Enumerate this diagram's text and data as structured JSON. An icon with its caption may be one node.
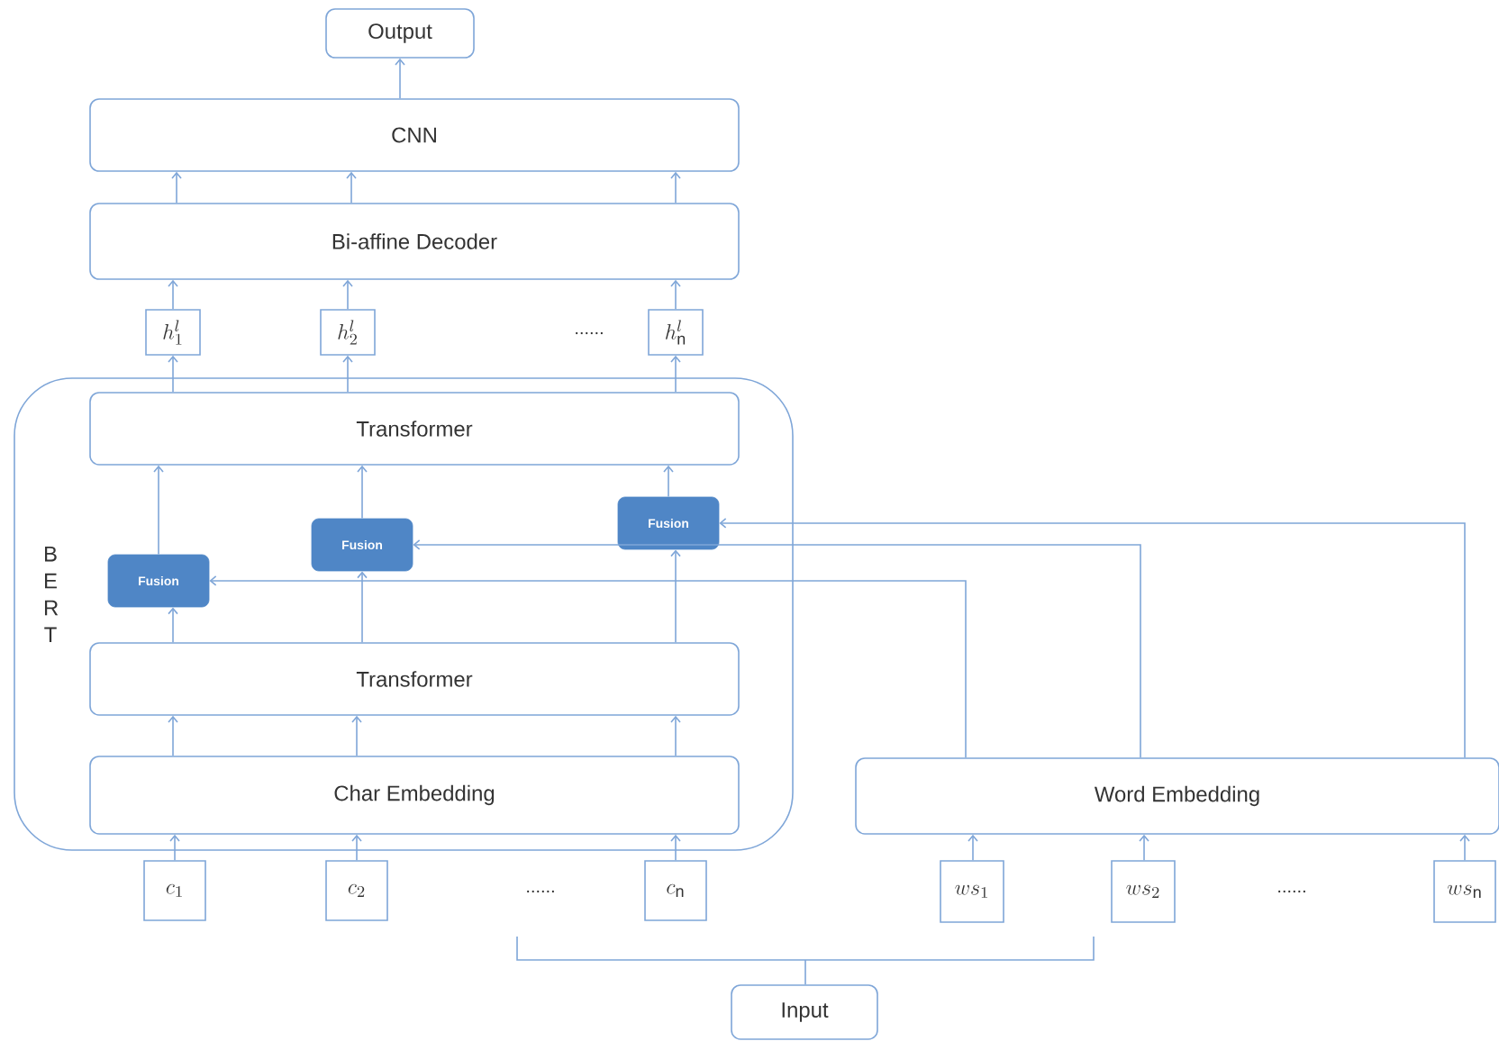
{
  "diagram": {
    "nodes": [
      {
        "text": [
          "Output"
        ]
      },
      {
        "text": [
          "CNN"
        ]
      },
      {
        "text": [
          "Bi-affine Decoder"
        ]
      },
      {
        "text": [
          "h_1^l"
        ]
      },
      {
        "text": [
          "h_2^l"
        ]
      },
      {
        "text": [
          "h_\\mathrm{n}^l"
        ]
      },
      {
        "text": [
          "B E R T"
        ]
      },
      {
        "text": [
          "Transformer"
        ],
        "in": 6
      },
      {
        "text": [
          "Fusion"
        ],
        "in": 6
      },
      {
        "text": [
          "Fusion"
        ],
        "in": 6
      },
      {
        "text": [
          "Fusion"
        ],
        "in": 6
      },
      {
        "text": [
          "Transformer"
        ],
        "in": 6
      },
      {
        "text": [
          "Char Embedding"
        ],
        "in": 6
      },
      {
        "text": [
          "c_1"
        ]
      },
      {
        "text": [
          "c_2"
        ]
      },
      {
        "text": [
          "c_\\mathrm{n}"
        ]
      },
      {
        "text": [
          "Word Embedding"
        ]
      },
      {
        "text": [
          "ws_1"
        ]
      },
      {
        "text": [
          "ws_2"
        ]
      },
      {
        "text": [
          "ws_\\mathrm{n}"
        ]
      },
      {
        "text": [
          "Input"
        ]
      }
    ],
    "edges": [
      {
        "from": 1,
        "to": 0,
        "arrow": "to"
      },
      {
        "from": 2,
        "to": 1,
        "arrow": "to"
      },
      {
        "from": 2,
        "to": 1,
        "arrow": "to"
      },
      {
        "from": 2,
        "to": 1,
        "arrow": "to"
      },
      {
        "from": 3,
        "to": 2,
        "arrow": "to"
      },
      {
        "from": 4,
        "to": 2,
        "arrow": "to"
      },
      {
        "from": 5,
        "to": 2,
        "arrow": "to"
      },
      {
        "from": 7,
        "to": 3,
        "arrow": "to"
      },
      {
        "from": 7,
        "to": 4,
        "arrow": "to"
      },
      {
        "from": 7,
        "to": 5,
        "arrow": "to"
      },
      {
        "from": 8,
        "to": 7,
        "arrow": "to"
      },
      {
        "from": 9,
        "to": 7,
        "arrow": "to"
      },
      {
        "from": 10,
        "to": 7,
        "arrow": "to"
      },
      {
        "from": 11,
        "to": 8,
        "arrow": "to"
      },
      {
        "from": 11,
        "to": 9,
        "arrow": "to"
      },
      {
        "from": 11,
        "to": 10,
        "arrow": "to"
      },
      {
        "from": 12,
        "to": 11,
        "arrow": "to"
      },
      {
        "from": 12,
        "to": 11,
        "arrow": "to"
      },
      {
        "from": 12,
        "to": 11,
        "arrow": "to"
      },
      {
        "from": 13,
        "to": 12,
        "arrow": "to"
      },
      {
        "from": 14,
        "to": 12,
        "arrow": "to"
      },
      {
        "from": 15,
        "to": 12,
        "arrow": "to"
      },
      {
        "from": 17,
        "to": 16,
        "arrow": "to"
      },
      {
        "from": 18,
        "to": 16,
        "arrow": "to"
      },
      {
        "from": 19,
        "to": 16,
        "arrow": "to"
      },
      {
        "from": 16,
        "to": 8,
        "arrow": "to"
      },
      {
        "from": 16,
        "to": 9,
        "arrow": "to"
      },
      {
        "from": 16,
        "to": 10,
        "arrow": "to"
      }
    ],
    "labels": [
      "......",
      "......",
      "......"
    ]
  }
}
